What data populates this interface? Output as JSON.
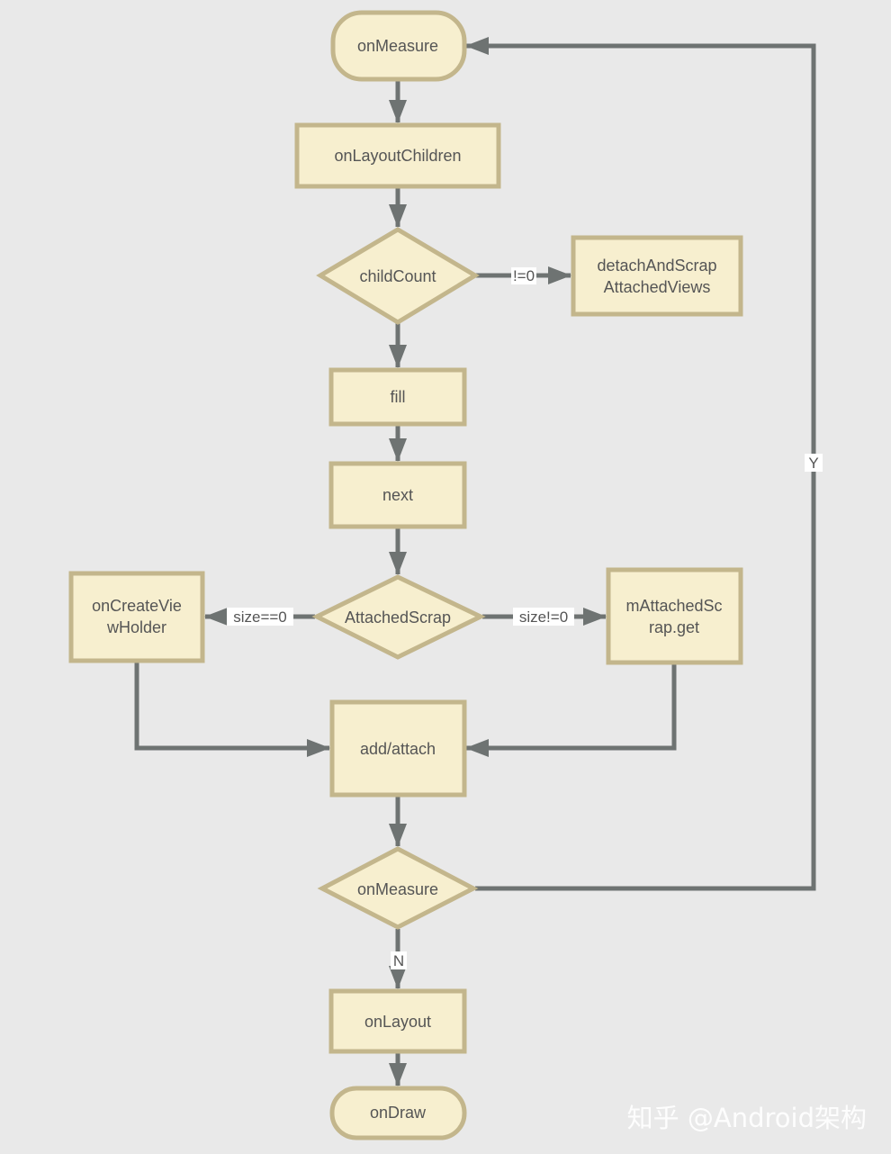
{
  "colors": {
    "background": "#e9e9e9",
    "node_fill": "#f7efcf",
    "node_stroke": "#c3b68c",
    "edge": "#6e7372",
    "text": "#555555"
  },
  "nodes": {
    "onmeasure_start": "onMeasure",
    "onlayoutchildren": "onLayoutChildren",
    "childcount": "childCount",
    "detach": {
      "line1": "detachAndScrap",
      "line2": "AttachedViews"
    },
    "fill": "fill",
    "next": "next",
    "attachedscrap": "AttachedScrap",
    "oncreateviewholder": {
      "line1": "onCreateVie",
      "line2": "wHolder"
    },
    "mattachedscrapget": {
      "line1": "mAttachedSc",
      "line2": "rap.get"
    },
    "addattach": "add/attach",
    "onmeasure_decision": "onMeasure",
    "onlayout": "onLayout",
    "ondraw": "onDraw"
  },
  "edge_labels": {
    "childcount_nonzero": "!=0",
    "size_zero": "size==0",
    "size_nonzero": "size!=0",
    "loop_yes": "Y",
    "exit_no": "N"
  },
  "watermark": "知乎 @Android架构"
}
